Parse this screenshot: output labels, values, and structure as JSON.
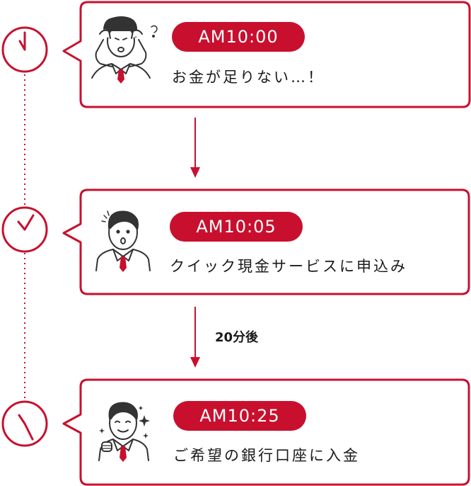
{
  "colors": {
    "accent": "#c8102e",
    "text": "#1a1a1a",
    "outline": "#333333"
  },
  "steps": [
    {
      "time": "AM10:00",
      "message": "お金が足りない…！",
      "person_icon": "stressed-man-icon",
      "clock_icon": "clock-10-00-icon"
    },
    {
      "time": "AM10:05",
      "message": "クイック現金サービスに申込み",
      "person_icon": "surprised-man-icon",
      "clock_icon": "clock-10-05-icon"
    },
    {
      "time": "AM10:25",
      "message": "ご希望の銀行口座に入金",
      "person_icon": "happy-man-icon",
      "clock_icon": "clock-10-25-icon"
    }
  ],
  "gap_label": "20分後"
}
